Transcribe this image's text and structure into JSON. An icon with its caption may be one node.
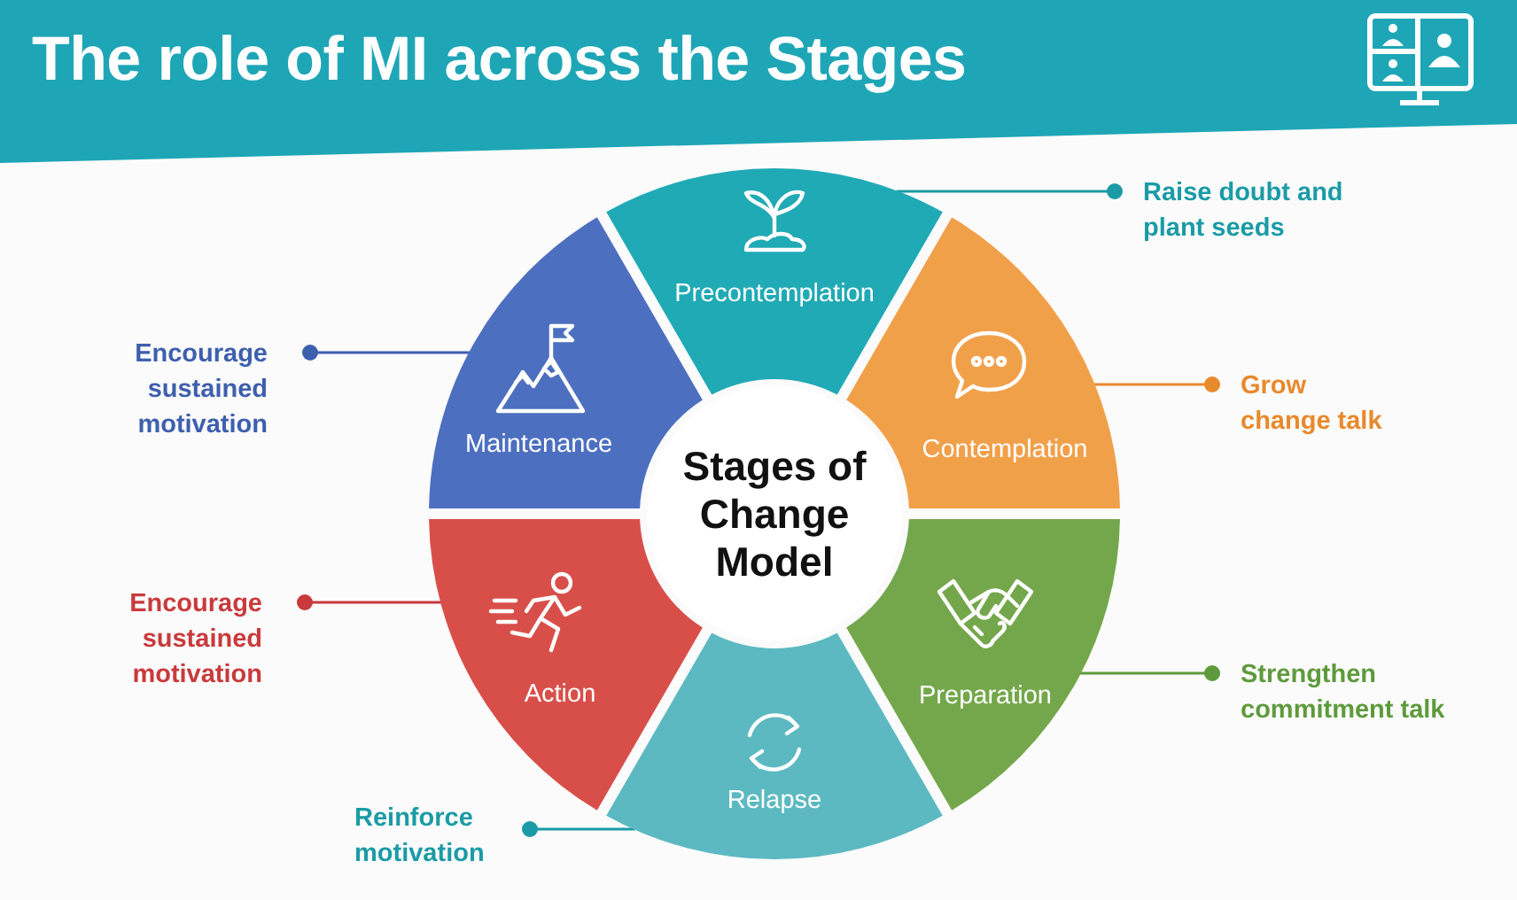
{
  "diagram": {
    "title": "The role of MI across the Stages",
    "nodes": [
      {
        "text": [
          "Stages of Change Model"
        ]
      },
      {
        "text": [
          "Precontemplation"
        ]
      },
      {
        "text": [
          "Contemplation"
        ]
      },
      {
        "text": [
          "Preparation"
        ]
      },
      {
        "text": [
          "Relapse"
        ]
      },
      {
        "text": [
          "Action"
        ]
      },
      {
        "text": [
          "Maintenance"
        ]
      },
      {
        "text": [
          "Raise doubt and plant seeds"
        ]
      },
      {
        "text": [
          "Encourage sustained motivation"
        ]
      },
      {
        "text": [
          "Grow change talk"
        ]
      },
      {
        "text": [
          "Encourage sustained motivation"
        ]
      },
      {
        "text": [
          "Strengthen commitment talk"
        ]
      },
      {
        "text": [
          "Reinforce motivation"
        ]
      }
    ],
    "edges": [
      {
        "from": 7,
        "to": 1,
        "arrow": "other",
        "color": "#1a9ba6"
      },
      {
        "from": 8,
        "to": 6,
        "arrow": "other",
        "color": "#3d5fae"
      },
      {
        "from": 9,
        "to": 2,
        "arrow": "other",
        "color": "#e8892c"
      },
      {
        "from": 10,
        "to": 5,
        "arrow": "other",
        "color": "#c93a3c"
      },
      {
        "from": 11,
        "to": 3,
        "arrow": "other",
        "color": "#5e9a3c"
      },
      {
        "from": 12,
        "to": 4,
        "arrow": "other",
        "color": "#1a9ba6"
      }
    ]
  }
}
